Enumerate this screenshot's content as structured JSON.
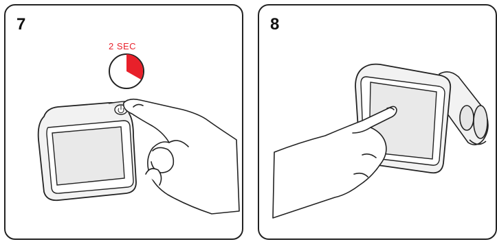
{
  "panels": [
    {
      "step": "7",
      "timer_label": "2 SEC"
    },
    {
      "step": "8"
    }
  ],
  "colors": {
    "outline": "#222222",
    "accent": "#e8202a",
    "device_fill": "#f2f2f2",
    "screen_fill": "#e9e9e9"
  },
  "icons": [
    "stopwatch-icon",
    "power-icon"
  ]
}
